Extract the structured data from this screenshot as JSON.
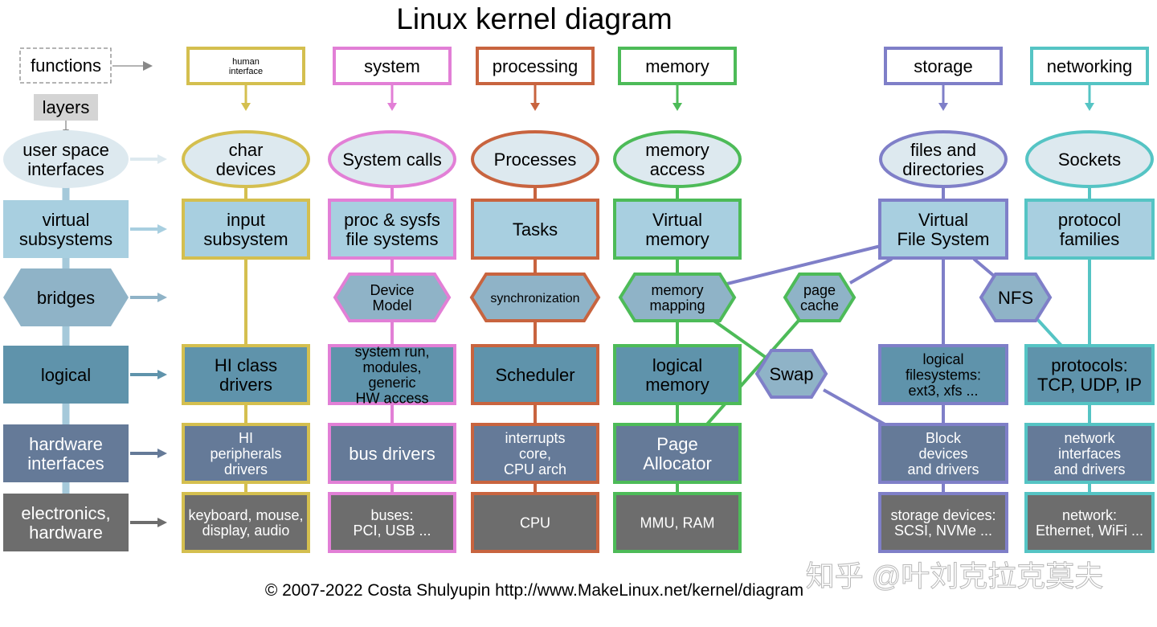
{
  "title": "Linux kernel diagram",
  "copyright": "© 2007-2022 Costa Shulyupin http://www.MakeLinux.net/kernel/diagram",
  "watermark": "知乎 @叶刘克拉克莫夫",
  "legend": {
    "functions": "functions",
    "layers": "layers"
  },
  "colors": {
    "hi": "#d4bf4f",
    "sys": "#e27fd6",
    "proc": "#c8643f",
    "mem": "#4dbb58",
    "sto": "#7f7fc8",
    "net": "#55c4c4",
    "user": "#dde9ef",
    "virtual": "#a8cfe0",
    "bridge": "#8fb3c7",
    "logical": "#5f93ab",
    "hw": "#657a98",
    "elec": "#6d6d6d",
    "spine": "#a5c9da",
    "legend_gray": "#d4d4d4"
  },
  "layers": [
    {
      "key": "user",
      "label": "user space\ninterfaces"
    },
    {
      "key": "virtual",
      "label": "virtual\nsubsystems"
    },
    {
      "key": "bridges",
      "label": "bridges"
    },
    {
      "key": "logical",
      "label": "logical"
    },
    {
      "key": "hw",
      "label": "hardware\ninterfaces"
    },
    {
      "key": "elec",
      "label": "electronics,\nhardware"
    }
  ],
  "columns": [
    {
      "key": "hi",
      "function": "human\ninterface",
      "cells": [
        "char\ndevices",
        "input\nsubsystem",
        "",
        "HI class\ndrivers",
        "HI\nperipherals\ndrivers",
        "keyboard, mouse,\ndisplay, audio"
      ]
    },
    {
      "key": "sys",
      "function": "system",
      "cells": [
        "System calls",
        "proc & sysfs\nfile systems",
        "Device\nModel",
        "system run,\nmodules,\ngeneric\nHW access",
        "bus drivers",
        "buses:\nPCI, USB ..."
      ]
    },
    {
      "key": "proc",
      "function": "processing",
      "cells": [
        "Processes",
        "Tasks",
        "synchronization",
        "Scheduler",
        "interrupts\ncore,\nCPU arch",
        "CPU"
      ]
    },
    {
      "key": "mem",
      "function": "memory",
      "cells": [
        "memory\naccess",
        "Virtual\nmemory",
        "memory\nmapping",
        "logical\nmemory",
        "Page\nAllocator",
        "MMU, RAM"
      ]
    },
    {
      "key": "sto",
      "function": "storage",
      "cells": [
        "files and\ndirectories",
        "Virtual\nFile System",
        "",
        "logical\nfilesystems:\next3, xfs ...",
        "Block\ndevices\nand drivers",
        "storage devices:\nSCSI, NVMe ..."
      ]
    },
    {
      "key": "net",
      "function": "networking",
      "cells": [
        "Sockets",
        "protocol\nfamilies",
        "",
        "protocols:\nTCP, UDP, IP",
        "network\ninterfaces\nand drivers",
        "network:\nEthernet, WiFi ..."
      ]
    }
  ],
  "extras": [
    {
      "key": "page_cache",
      "label": "page\ncache"
    },
    {
      "key": "swap",
      "label": "Swap"
    },
    {
      "key": "nfs",
      "label": "NFS"
    }
  ]
}
